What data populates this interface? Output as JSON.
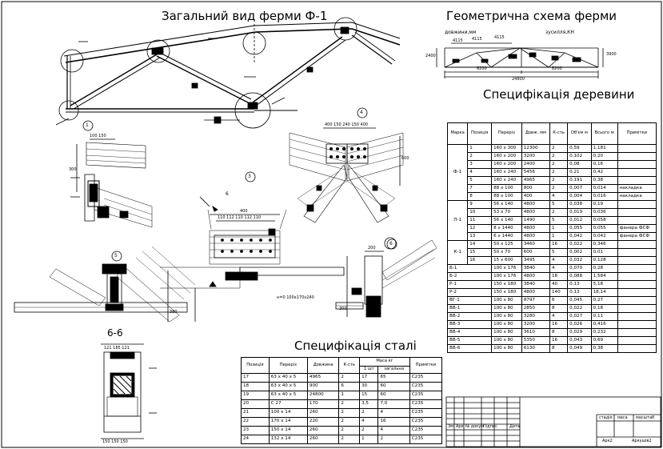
{
  "titles": {
    "general_view": "Загальний вид ферми Ф-1",
    "geometry": "Геометрична схема ферми",
    "geometry_left_note": "довжини,мм",
    "geometry_right_note": "зусилля,КН",
    "wood_spec": "Специфікація деревини",
    "steel_spec": "Специфікація сталі",
    "section_66": "6-6"
  },
  "geometry_dims": {
    "top": [
      "4115",
      "4115",
      "4115"
    ],
    "span_left": "8200",
    "span_right": "8200",
    "span_total": "24800",
    "height_left": "2400",
    "height_right": "3900"
  },
  "node_labels": [
    "1",
    "4",
    "3",
    "5",
    "6",
    "6"
  ],
  "detail_dims": {
    "d1_top": "100 150",
    "d1_side": "300",
    "d4_top": "400 150 240 150 400",
    "d4_side": "600",
    "d3_top": "400",
    "d3_row": "110 112 110 112 110",
    "d3_note": "н=0 100х170х240",
    "d5_side": "380",
    "d6_side": "300",
    "d6_top": "200",
    "sec_bottom": "150 150 150",
    "sec_top": "121 185 121"
  },
  "wood_table": {
    "headers": [
      "Марка",
      "Позиція",
      "Переріз",
      "Довж. мм",
      "К-сть",
      "Об'єм м",
      "Всього м",
      "Примітки"
    ],
    "groups": [
      {
        "mark": "Ф-1",
        "rows": [
          [
            "1",
            "160 х 300",
            "12300",
            "2",
            "0,59",
            "1,181",
            ""
          ],
          [
            "2",
            "160 х 200",
            "3200",
            "2",
            "0,102",
            "0,20",
            ""
          ],
          [
            "3",
            "160 х 200",
            "2400",
            "2",
            "0,08",
            "0,16",
            ""
          ],
          [
            "4",
            "160 х 240",
            "5456",
            "2",
            "0,21",
            "0,42",
            ""
          ],
          [
            "5",
            "160 х 240",
            "4965",
            "2",
            "0,191",
            "0,38",
            ""
          ],
          [
            "7",
            "88 х 100",
            "800",
            "2",
            "0,007",
            "0,014",
            "накладка"
          ],
          [
            "8",
            "88 х 100",
            "400",
            "4",
            "0,004",
            "0,016",
            "накладка"
          ]
        ]
      },
      {
        "mark": "П-1",
        "rows": [
          [
            "9",
            "56 х 140",
            "4800",
            "5",
            "0,038",
            "0,19",
            ""
          ],
          [
            "10",
            "53 х 70",
            "4800",
            "2",
            "0,019",
            "0,036",
            ""
          ],
          [
            "11",
            "56 х 140",
            "1490",
            "5",
            "0,012",
            "0,058",
            ""
          ],
          [
            "12",
            "8 х 1440",
            "4800",
            "1",
            "0,055",
            "0,055",
            "фанера ФСФ"
          ],
          [
            "13",
            "6 х 1440",
            "4800",
            "1",
            "0,042",
            "0,042",
            "фанера ФСФ"
          ]
        ]
      },
      {
        "mark": "К-1",
        "rows": [
          [
            "14",
            "50 х 125",
            "3460",
            "16",
            "0,022",
            "0,346",
            ""
          ],
          [
            "15",
            "50 х 70",
            "600",
            "5",
            "0,002",
            "0,01",
            ""
          ],
          [
            "16",
            "15 х 600",
            "3495",
            "4",
            "0,032",
            "0,128",
            ""
          ]
        ]
      }
    ],
    "single_rows": [
      [
        "Б-1",
        "100 х 176",
        "3840",
        "4",
        "0,070",
        "0,28",
        ""
      ],
      [
        "Б-2",
        "100 х 176",
        "4800",
        "18",
        "0,088",
        "1,584",
        ""
      ],
      [
        "Р-1",
        "150 х 180",
        "3840",
        "40",
        "0,13",
        "5,18",
        ""
      ],
      [
        "Р-2",
        "150 х 180",
        "4800",
        "140",
        "0,13",
        "18,14",
        ""
      ],
      [
        "ВГ-1",
        "100 х 80",
        "8797",
        "6",
        "0,045",
        "0,27",
        ""
      ],
      [
        "ВВ-1",
        "100 х 80",
        "2850",
        "8",
        "0,022",
        "0,18",
        ""
      ],
      [
        "ВВ-2",
        "100 х 80",
        "3280",
        "4",
        "0,027",
        "0,11",
        ""
      ],
      [
        "ВВ-3",
        "100 х 80",
        "3200",
        "16",
        "0,026",
        "0,416",
        ""
      ],
      [
        "ВВ-4",
        "100 х 80",
        "3610",
        "8",
        "0,029",
        "0,232",
        ""
      ],
      [
        "ВВ-5",
        "100 х 80",
        "5350",
        "16",
        "0,043",
        "0,69",
        ""
      ],
      [
        "ВВ-6",
        "100 х 80",
        "6130",
        "8",
        "0,049",
        "0,38",
        ""
      ]
    ]
  },
  "steel_table": {
    "headers": [
      "Позиція",
      "Переріз",
      "Довжина",
      "К-сть",
      "Маса кг",
      "Примітки"
    ],
    "mass_sub": [
      "1 шт",
      "загальна"
    ],
    "rows": [
      [
        "17",
        "63 х 40 х 5",
        "4965",
        "2",
        "17",
        "65",
        "C235"
      ],
      [
        "18",
        "63 х 40 х 5",
        "900",
        "6",
        "30",
        "60",
        "C235"
      ],
      [
        "19",
        "63 х 40 х 5",
        "24800",
        "1",
        "15",
        "60",
        "C235"
      ],
      [
        "20",
        "С 27",
        "170",
        "2",
        "3,5",
        "7,0",
        "C235"
      ],
      [
        "21",
        "100 х 14",
        "260",
        "2",
        "2",
        "4",
        "C235"
      ],
      [
        "22",
        "170 х 14",
        "220",
        "2",
        "4",
        "16",
        "C235"
      ],
      [
        "23",
        "150 х 14",
        "260",
        "2",
        "2",
        "4",
        "C235"
      ],
      [
        "24",
        "132 х 14",
        "260",
        "2",
        "1",
        "2",
        "C235"
      ]
    ]
  },
  "stamp": {
    "row_labels": [
      "Зм",
      "Арк",
      "№ докум",
      "Підпис",
      "Дата"
    ],
    "right_labels": [
      "стадія",
      "маса",
      "масштаб"
    ],
    "sheet_labels": [
      "Арк2",
      "Аркушів2"
    ]
  }
}
